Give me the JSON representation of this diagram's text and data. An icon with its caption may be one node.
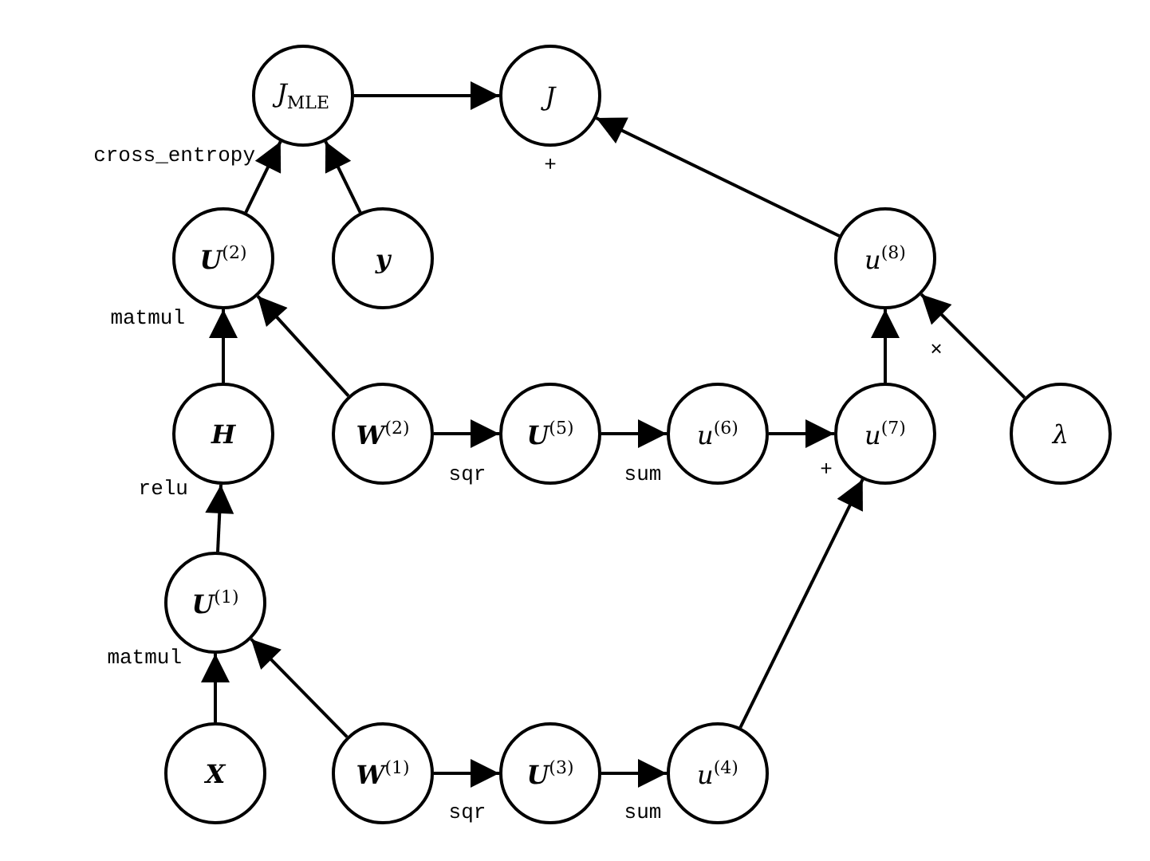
{
  "diagram": {
    "nodes": [
      {
        "text": [
          "*J*$_{MLE}$"
        ],
        "beside": [
          "cross_entropy"
        ]
      },
      {
        "text": [
          "*J*"
        ],
        "beside": [
          "+"
        ]
      },
      {
        "text": [
          "**U**$^{(2)}$"
        ],
        "beside": [
          "matmul"
        ]
      },
      {
        "text": [
          "**y**"
        ]
      },
      {
        "text": [
          "*u*$^{(8)}$"
        ],
        "beside": [
          "×"
        ]
      },
      {
        "text": [
          "**H**"
        ],
        "beside": [
          "relu"
        ]
      },
      {
        "text": [
          "**W**$^{(2)}$"
        ]
      },
      {
        "text": [
          "**U**$^{(5)}$"
        ],
        "beside": [
          "sqr"
        ]
      },
      {
        "text": [
          "*u*$^{(6)}$"
        ],
        "beside": [
          "sum"
        ]
      },
      {
        "text": [
          "*u*$^{(7)}$"
        ],
        "beside": [
          "+"
        ]
      },
      {
        "text": [
          "*λ*"
        ]
      },
      {
        "text": [
          "**U**$^{(1)}$"
        ],
        "beside": [
          "matmul"
        ]
      },
      {
        "text": [
          "**X**"
        ]
      },
      {
        "text": [
          "**W**$^{(1)}$"
        ]
      },
      {
        "text": [
          "**U**$^{(3)}$"
        ],
        "beside": [
          "sqr"
        ]
      },
      {
        "text": [
          "*u*$^{(4)}$"
        ],
        "beside": [
          "sum"
        ]
      }
    ],
    "edges": [
      {
        "from": 0,
        "to": 1,
        "arrow": "to"
      },
      {
        "from": 2,
        "to": 0,
        "arrow": "to"
      },
      {
        "from": 3,
        "to": 0,
        "arrow": "to"
      },
      {
        "from": 4,
        "to": 1,
        "arrow": "to"
      },
      {
        "from": 5,
        "to": 2,
        "arrow": "to"
      },
      {
        "from": 6,
        "to": 2,
        "arrow": "to"
      },
      {
        "from": 6,
        "to": 7,
        "arrow": "to"
      },
      {
        "from": 7,
        "to": 8,
        "arrow": "to"
      },
      {
        "from": 8,
        "to": 9,
        "arrow": "to"
      },
      {
        "from": 15,
        "to": 9,
        "arrow": "to"
      },
      {
        "from": 9,
        "to": 4,
        "arrow": "to"
      },
      {
        "from": 10,
        "to": 4,
        "arrow": "to"
      },
      {
        "from": 11,
        "to": 5,
        "arrow": "to"
      },
      {
        "from": 12,
        "to": 11,
        "arrow": "to"
      },
      {
        "from": 13,
        "to": 11,
        "arrow": "to"
      },
      {
        "from": 13,
        "to": 14,
        "arrow": "to"
      },
      {
        "from": 14,
        "to": 15,
        "arrow": "to"
      }
    ]
  }
}
